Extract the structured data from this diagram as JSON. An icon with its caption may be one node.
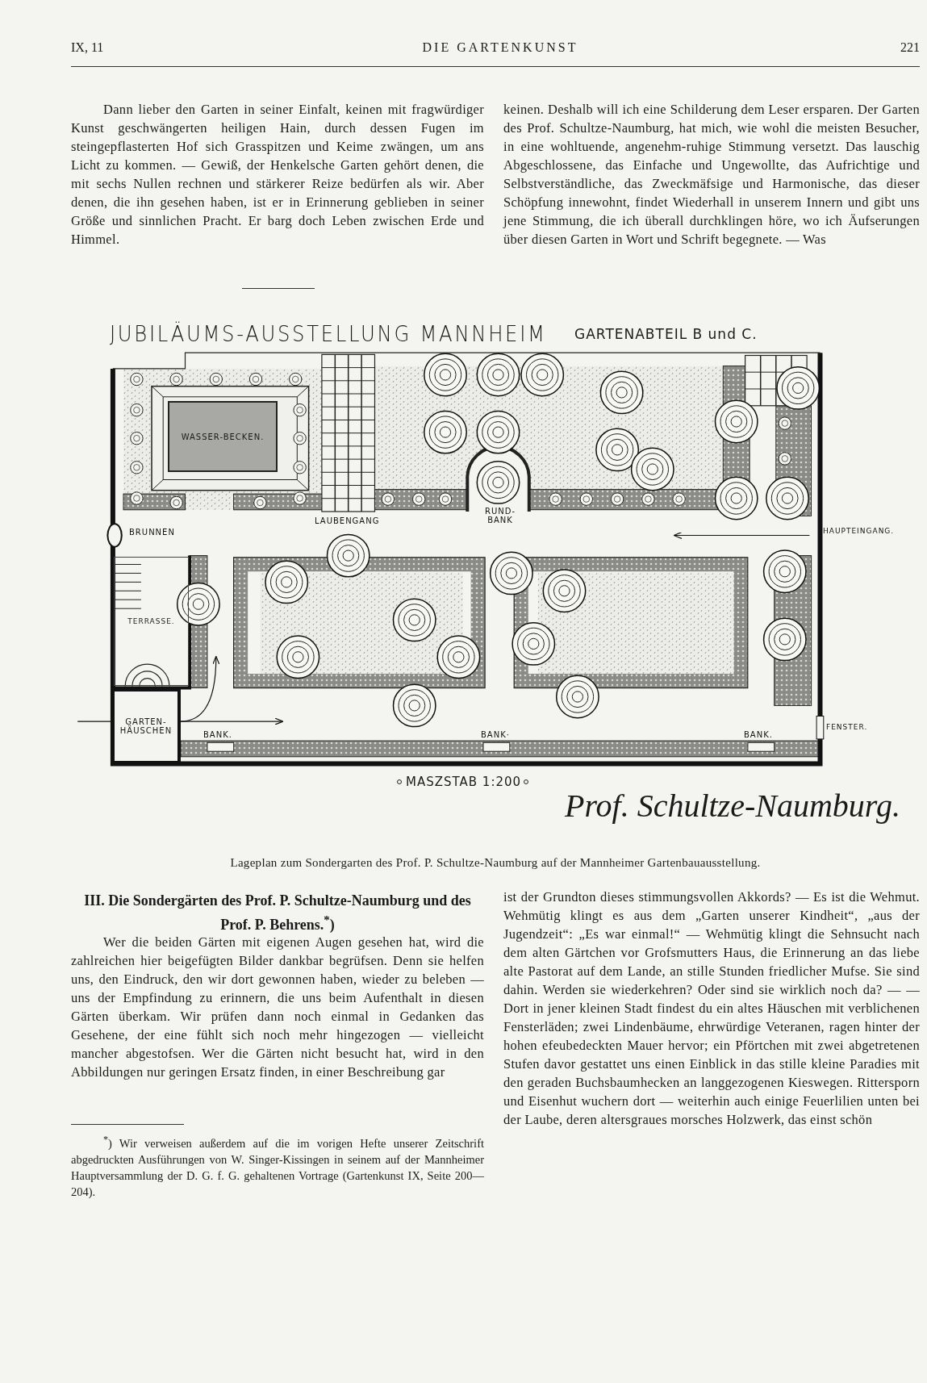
{
  "diagram": {
    "title": "JUBILÄUMS-AUSSTELLUNG MANNHEIM",
    "caption": "Lageplan zum Sondergarten des Prof. P. Schultze-Naumburg auf der Mannheimer Gartenbauausstellung.",
    "nodes": [
      {
        "text": [
          "WASSER-BECKEN."
        ]
      },
      {
        "text": [
          "TERRASSE."
        ]
      },
      {
        "text": [
          "GARTEN-HÄUSCHEN"
        ]
      }
    ],
    "labels": [
      "IX, 11",
      "DIE GARTENKUNST",
      "221",
      "Dann lieber den Garten in seiner Einfalt, keinen mit fragwürdiger Kunst geschwängerten heiligen Hain, durch dessen Fugen im steingepflasterten Hof sich Grasspitzen und Keime zwängen, um ans Licht zu kommen. — Gewiß, der Henkelsche Garten gehört denen, die mit sechs Nullen rechnen und stärkerer Reize bedürfen als wir. Aber denen, die ihn gesehen haben, ist er in Erinnerung geblieben in seiner Größe und sinnlichen Pracht. Er barg doch Leben zwischen Erde und Himmel.",
      "keinen. Deshalb will ich eine Schilderung dem Leser ersparen. Der Garten des Prof. Schultze-Naumburg, hat mich, wie wohl die meisten Besucher, in eine wohltuende, angenehm-ruhige Stimmung versetzt. Das lauschig Abgeschlossene, das Einfache und Ungewollte, das Aufrichtige und Selbstverständliche, das Zweckmäfsige und Harmonische, das dieser Schöpfung innewohnt, findet Wiederhall in unserem Innern und gibt uns jene Stimmung, die ich überall durchklingen höre, wo ich Äufserungen über diesen Garten in Wort und Schrift begegnete. — Was",
      "GARTENABTEIL B und C.",
      "BRUNNEN",
      "LAUBENGANG",
      "RUND-BANK",
      "HAUPTEINGANG.",
      "BANK.",
      "BANK·",
      "BANK.",
      "FENSTER.",
      "MASZSTAB 1:200",
      "Prof. Schultze-Naumburg.",
      "III. Die Sondergärten des Prof. P. Schultze-Naumburg und des Prof. P. Behrens.$^{*}$)",
      "Wer die beiden Gärten mit eigenen Augen gesehen hat, wird die zahlreichen hier beigefügten Bilder dankbar begrüfsen. Denn sie helfen uns, den Eindruck, den wir dort gewonnen haben, wieder zu beleben — uns der Empfindung zu erinnern, die uns beim Aufenthalt in diesen Gärten überkam. Wir prüfen dann noch einmal in Gedanken das Gesehene, der eine fühlt sich noch mehr hingezogen — vielleicht mancher abgestofsen. Wer die Gärten nicht besucht hat, wird in den Abbildungen nur geringen Ersatz finden, in einer Beschreibung gar",
      "$^{*}$) Wir verweisen außerdem auf die im vorigen Hefte unserer Zeitschrift abgedruckten Ausführungen von W. Singer-Kissingen in seinem auf der Mannheimer Hauptversammlung der D. G. f. G. gehaltenen Vortrage (Gartenkunst IX, Seite 200—204).",
      "ist der Grundton dieses stimmungsvollen Akkords? — Es ist die Wehmut. Wehmütig klingt es aus dem „Garten unserer Kindheit“, „aus der Jugendzeit“: „Es war einmal!“ — Wehmütig klingt die Sehnsucht nach dem alten Gärtchen vor Grofsmutters Haus, die Erinnerung an das liebe alte Pastorat auf dem Lande, an stille Stunden friedlicher Mufse. Sie sind dahin. Werden sie wiederkehren? Oder sind sie wirklich noch da? — — Dort in jener kleinen Stadt findest du ein altes Häuschen mit verblichenen Fensterläden; zwei Lindenbäume, ehrwürdige Veteranen, ragen hinter der hohen efeubedeckten Mauer hervor; ein Pförtchen mit zwei abgetretenen Stufen davor gestattet uns einen Einblick in das stille kleine Paradies mit den geraden Buchsbaumhecken an langgezogenen Kieswegen. Rittersporn und Eisenhut wuchern dort — weiterhin auch einige Feuerlilien unten bei der Laube, deren altersgraues morsches Holzwerk, das einst schön"
    ]
  }
}
